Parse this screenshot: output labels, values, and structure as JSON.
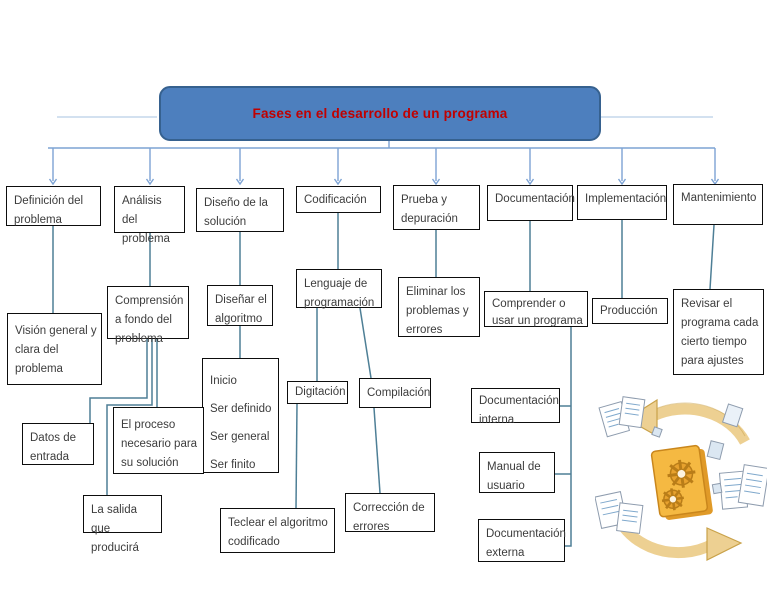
{
  "title": "Fases en el desarrollo de un programa",
  "colors": {
    "title_bg": "#4d7fbe",
    "title_border": "#36618f",
    "title_text": "#c00000",
    "box_border": "#0d0d0d",
    "connector_teal": "#4e7f96",
    "arrow_blue": "#7da3d4",
    "clipart_arrow": "#edd092",
    "clipart_folder": "#f5b942"
  },
  "phases": {
    "definicion": "Definición del problema",
    "analisis": "Análisis del problema",
    "diseno": "Diseño de la solución",
    "codificacion": "Codificación",
    "prueba": "Prueba y depuración",
    "documentacion": "Documentación",
    "implementacion": "Implementación",
    "mantenimiento": "Mantenimiento"
  },
  "nodes": {
    "vision": "Visión general y clara del problema",
    "comprension": "Comprensión a fondo del problema",
    "disenar": "Diseñar el algoritmo",
    "lenguaje": "Lenguaje de programación",
    "eliminar": "Eliminar los problemas y errores",
    "comprender": "Comprender o usar un programa",
    "produccion": "Producción",
    "revisar": "Revisar el programa cada cierto tiempo para ajustes",
    "inicio_lines": [
      "Inicio",
      "Ser definido",
      "Ser general",
      "Ser finito"
    ],
    "digitacion": "Digitación",
    "compilacion": "Compilación",
    "datos": "Datos de entrada",
    "proceso": "El proceso necesario para su solución",
    "salida": "La salida que producirá",
    "teclear": "Teclear el algoritmo codificado",
    "correccion": "Corrección de errores",
    "doc_interna": "Documentación interna",
    "manual": "Manual de usuario",
    "doc_externa": "Documentación externa"
  },
  "illustration": {
    "name": "document-process-cycle-clipart"
  }
}
